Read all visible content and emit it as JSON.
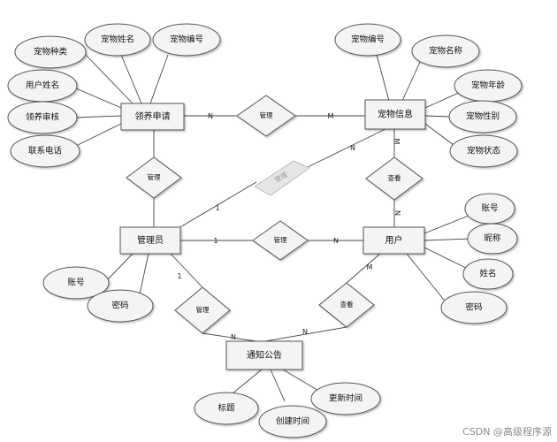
{
  "entities": {
    "adopt": "领养申请",
    "pet": "宠物信息",
    "admin": "管理员",
    "user": "用户",
    "notice": "通知公告"
  },
  "attributes": {
    "adopt_pet_type": "宠物种类",
    "adopt_pet_name": "宠物姓名",
    "adopt_pet_no": "宠物编号",
    "adopt_user_name": "用户姓名",
    "adopt_review": "领养审核",
    "adopt_phone": "联系电话",
    "pet_no": "宠物编号",
    "pet_name": "宠物名称",
    "pet_age": "宠物年龄",
    "pet_gender": "宠物性别",
    "pet_status": "宠物状态",
    "user_account": "账号",
    "user_nickname": "昵称",
    "user_realname": "姓名",
    "user_password": "密码",
    "admin_account": "账号",
    "admin_password": "密码",
    "notice_title": "标题",
    "notice_created": "创建时间",
    "notice_updated": "更新时间"
  },
  "relationships": {
    "adopt_pet": "管理",
    "adopt_admin": "管理",
    "admin_pet": "管理",
    "pet_user": "查看",
    "admin_user": "管理",
    "admin_notice": "管理",
    "user_notice": "查看"
  },
  "cardinalities": {
    "adopt_rel": "N",
    "pet_rel": "M",
    "admin_pet_1": "1",
    "admin_pet_n": "N",
    "pet_view": "M",
    "user_view_pet": "N",
    "admin_user_1": "1",
    "admin_user_n": "N",
    "admin_notice_1": "1",
    "notice_admin_n": "N",
    "notice_user_n": "N",
    "user_notice_m": "M"
  },
  "watermark": "CSDN @高级程序源"
}
